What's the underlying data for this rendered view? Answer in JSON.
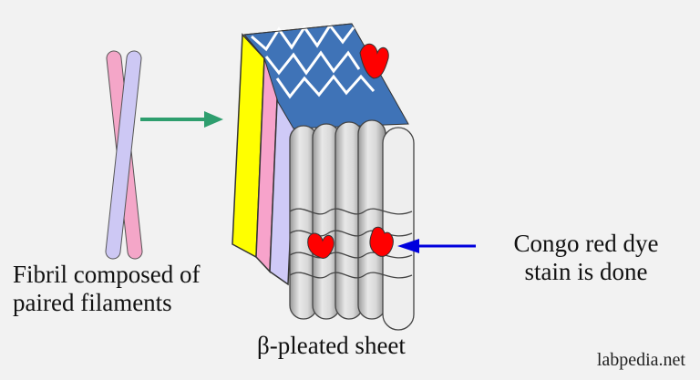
{
  "labels": {
    "fibril_line1": "Fibril composed of",
    "fibril_line2": "paired filaments",
    "congo_line1": "Congo red dye",
    "congo_line2": "stain  is done",
    "sheet": "β-pleated sheet",
    "watermark": "labpedia.net"
  },
  "colors": {
    "background": "#f2f2f2",
    "filament_pink": "#f4a6c8",
    "filament_lavender": "#cdc8f4",
    "green_arrow": "#2e9e6e",
    "blue_arrow": "#0000dd",
    "sheet_blue": "#3f73b7",
    "panel_yellow": "#ffff00",
    "panel_pink": "#f7a3cb",
    "panel_lavender": "#cfcaf7",
    "congo_red": "#ff0000",
    "pleat_gray": "#c9c9c9"
  },
  "icons": {
    "green_arrow": "arrow-right-icon",
    "blue_arrow": "arrow-left-icon"
  }
}
